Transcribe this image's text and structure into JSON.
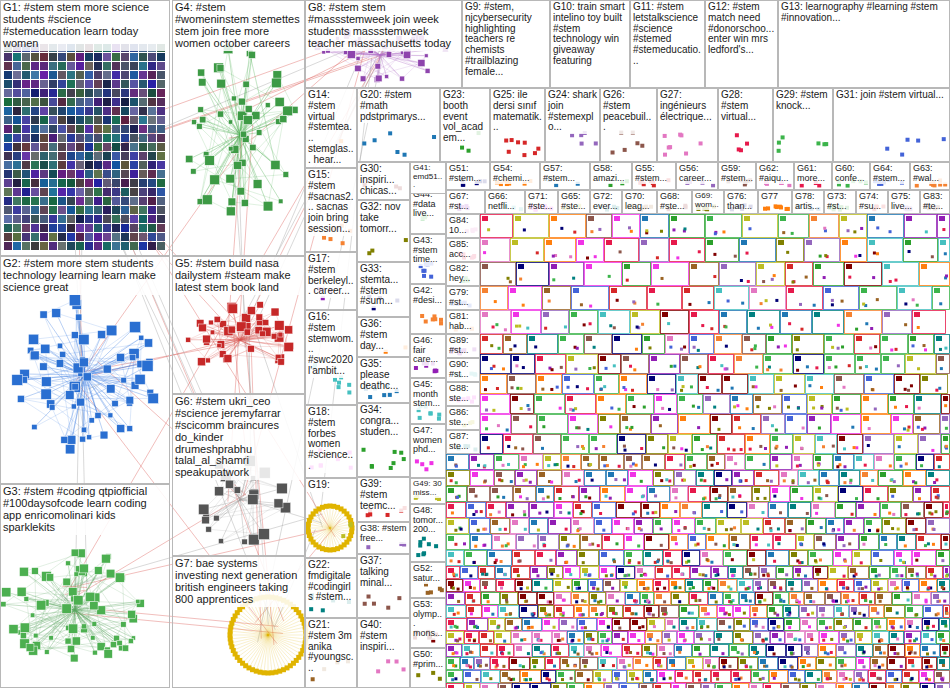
{
  "diagram": {
    "nodes": [
      {
        "text": [
          "G1: #stem stem more science students #science #stemeducation learn today women"
        ]
      },
      {
        "text": [
          "G4: #stem #womeninstem stemettes stem join free more women october careers"
        ]
      },
      {
        "text": [
          "G8: #stem stem #massstemweek join week students massstemweek teacher massachusetts today"
        ]
      },
      {
        "text": [
          "G9: #stem, njcybersecurity highlighting teachers re chemists #trailblazing female..."
        ]
      },
      {
        "text": [
          "G10: train smart intelino toy built #stem technology win giveaway featuring"
        ]
      },
      {
        "text": [
          "G11: #stem letstalkscience #science #stemed #stemeducatio..."
        ]
      },
      {
        "text": [
          "G12: #stem match need #donorschoo... enter win mrs ledford's..."
        ]
      },
      {
        "text": [
          "G13: learnography #learning #stem #innovation..."
        ]
      },
      {
        "text": [
          "G2: #stem more stem students technology learning learn make science great"
        ]
      },
      {
        "text": [
          "G5: #stem build nasa dailystem #steam make latest stem book land"
        ]
      },
      {
        "text": [
          "G3: #stem #coding qtpiofficial #100daysofcode learn coding app enricomolinari kids sparklekits"
        ]
      },
      {
        "text": [
          "G6: #stem ukri_ceo #science jeremyfarrar #scicomm braincures do_kinder drumeshprabhu talal_al_shamri speakupatwork"
        ]
      },
      {
        "text": [
          "G7: bae systems investing next generation british engineers taking 800 apprentices"
        ]
      },
      {
        "text": [
          "G14: #stem virtual #stemtea... stemglas... hear..."
        ]
      },
      {
        "text": [
          "G20: #stem #math pdstprimarys..."
        ]
      },
      {
        "text": [
          "G23: booth event vol_academ..."
        ]
      },
      {
        "text": [
          "G25: ile dersi sınıf matematik..."
        ]
      },
      {
        "text": [
          "G24: shark join #stemexplo..."
        ]
      },
      {
        "text": [
          "G26: #stem peacebuil..."
        ]
      },
      {
        "text": [
          "G27: ingénieurs électrique..."
        ]
      },
      {
        "text": [
          "G28: #stem virtual..."
        ]
      },
      {
        "text": [
          "G29: #stem knock..."
        ]
      },
      {
        "text": [
          "G31: join #stem virtual..."
        ]
      },
      {
        "text": [
          "G15: #stem #sacnas2... sacnas join bring session..."
        ]
      },
      {
        "text": [
          "G17: #stem berkeleyl... career..."
        ]
      },
      {
        "text": [
          "G16: #stem stemwom... #swc2020 l'ambit..."
        ]
      },
      {
        "text": [
          "G18: #stem forbes women #science..."
        ]
      },
      {
        "text": [
          "G19:"
        ]
      },
      {
        "text": [
          "G22: fmdigitale #codingirls #stem..."
        ]
      },
      {
        "text": [
          "G21: #stem 3m anika #youngsc..."
        ]
      },
      {
        "text": [
          "G30: inspiri... chicas..."
        ]
      },
      {
        "text": [
          "G32: nov take tomorr..."
        ]
      },
      {
        "text": [
          "G33: stemta... #stem #sum..."
        ]
      },
      {
        "text": [
          "G36: #stem day..."
        ]
      },
      {
        "text": [
          "G35: please deathc..."
        ]
      },
      {
        "text": [
          "G34: congra... studen..."
        ]
      },
      {
        "text": [
          "G39: #stem teemc..."
        ]
      },
      {
        "text": [
          "G38: #stem free..."
        ]
      },
      {
        "text": [
          "G37: talking minal..."
        ]
      },
      {
        "text": [
          "G40: #stem inspiri..."
        ]
      },
      {
        "text": [
          "G41: emd51..."
        ]
      },
      {
        "text": [
          "G44: #data live..."
        ]
      },
      {
        "text": [
          "G43: #stem time..."
        ]
      },
      {
        "text": [
          "G42: #desi..."
        ]
      },
      {
        "text": [
          "G46: fair care..."
        ]
      },
      {
        "text": [
          "G45: month stem..."
        ]
      },
      {
        "text": [
          "G47: women phd..."
        ]
      },
      {
        "text": [
          "G49: 30 miss..."
        ]
      },
      {
        "text": [
          "G48: tomor... 200..."
        ]
      },
      {
        "text": [
          "G52: satur..."
        ]
      },
      {
        "text": [
          "G53: olymp... mons..."
        ]
      },
      {
        "text": [
          "G50: #prim..."
        ]
      },
      {
        "text": [
          "G51: #stem..."
        ]
      },
      {
        "text": [
          "G54: #chemi..."
        ]
      },
      {
        "text": [
          "G57: #stem..."
        ]
      },
      {
        "text": [
          "G58: amazi..."
        ]
      },
      {
        "text": [
          "G55: #stem..."
        ]
      },
      {
        "text": [
          "G56: career..."
        ]
      },
      {
        "text": [
          "G59: #stem..."
        ]
      },
      {
        "text": [
          "G62: #aiqu..."
        ]
      },
      {
        "text": [
          "G61: more..."
        ]
      },
      {
        "text": [
          "G60: confe..."
        ]
      },
      {
        "text": [
          "G64: #stem..."
        ]
      },
      {
        "text": [
          "G63: #wal..."
        ]
      },
      {
        "text": [
          "G67: #st..."
        ]
      },
      {
        "text": [
          "G66: netfli..."
        ]
      },
      {
        "text": [
          "G71: #ste..."
        ]
      },
      {
        "text": [
          "G65: #ste..."
        ]
      },
      {
        "text": [
          "G72: ever..."
        ]
      },
      {
        "text": [
          "G70: leag..."
        ]
      },
      {
        "text": [
          "G68: #ste..."
        ]
      },
      {
        "text": [
          "G69: wom..."
        ]
      },
      {
        "text": [
          "G76: than..."
        ]
      },
      {
        "text": [
          "G77"
        ]
      },
      {
        "text": [
          "G78: artis..."
        ]
      },
      {
        "text": [
          "G73: #st..."
        ]
      },
      {
        "text": [
          "G74: #su..."
        ]
      },
      {
        "text": [
          "G75: live..."
        ]
      },
      {
        "text": [
          "G83: #te..."
        ]
      },
      {
        "text": [
          "G84: 10..."
        ]
      },
      {
        "text": [
          "G85: acc..."
        ]
      },
      {
        "text": [
          "G82: hey..."
        ]
      },
      {
        "text": [
          "G79: #st..."
        ]
      },
      {
        "text": [
          "G81: hab..."
        ]
      },
      {
        "text": [
          "G89: #st..."
        ]
      },
      {
        "text": [
          "G90: #st..."
        ]
      },
      {
        "text": [
          "G88: ste..."
        ]
      },
      {
        "text": [
          "G86: ste..."
        ]
      },
      {
        "text": [
          "G87: ste..."
        ]
      }
    ]
  }
}
